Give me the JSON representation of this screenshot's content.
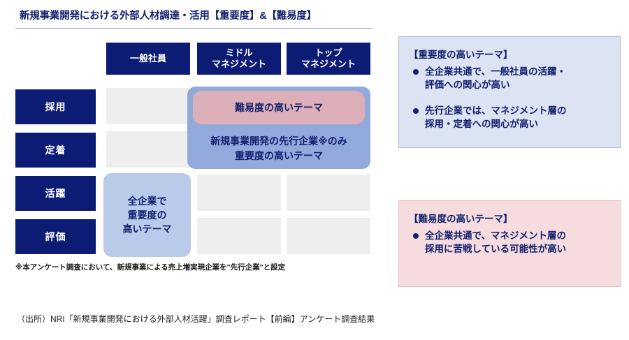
{
  "title": "新規事業開発における外部人材調達・活用【重要度】&【難易度】",
  "matrix": {
    "column_headers": [
      "一般社員",
      "ミドル\nマネジメント",
      "トップ\nマネジメント"
    ],
    "row_headers": [
      "採用",
      "定着",
      "活躍",
      "評価"
    ],
    "overlays": {
      "blue_left": "全企業で\n重要度の\n高いテーマ",
      "blue_right": "新規事業開発の先行企業※のみ\n重要度の高いテーマ",
      "pink": "難易度の高いテーマ"
    }
  },
  "footnote": "※本アンケート調査において、新規事業による売上増実現企業を\"先行企業\"と設定",
  "source": "（出所）NRI「新規事業開発における外部人材活躍」調査レポート【前編】アンケート調査結果",
  "panels": {
    "importance": {
      "heading": "【重要度の高いテーマ】",
      "bullets": [
        "全企業共通で、一般社員の活躍・\n評価への関心が高い",
        "先行企業では、マネジメント層の\n採用・定着への関心が高い"
      ]
    },
    "difficulty": {
      "heading": "【難易度の高いテーマ】",
      "bullets": [
        "全企業共通で、マネジメント層の\n採用に苦戦している可能性が高い"
      ]
    }
  },
  "colors": {
    "navy": "#0C1B74",
    "text_navy": "#12206E",
    "cell_gray": "#EEEEEE",
    "overlay_blue": "#92A9DC",
    "overlay_light_blue": "#B9CBE8",
    "overlay_pink": "#DDAFB8",
    "panel_blue_bg": "#DCE3F2",
    "panel_pink_bg": "#F6DCDE"
  }
}
